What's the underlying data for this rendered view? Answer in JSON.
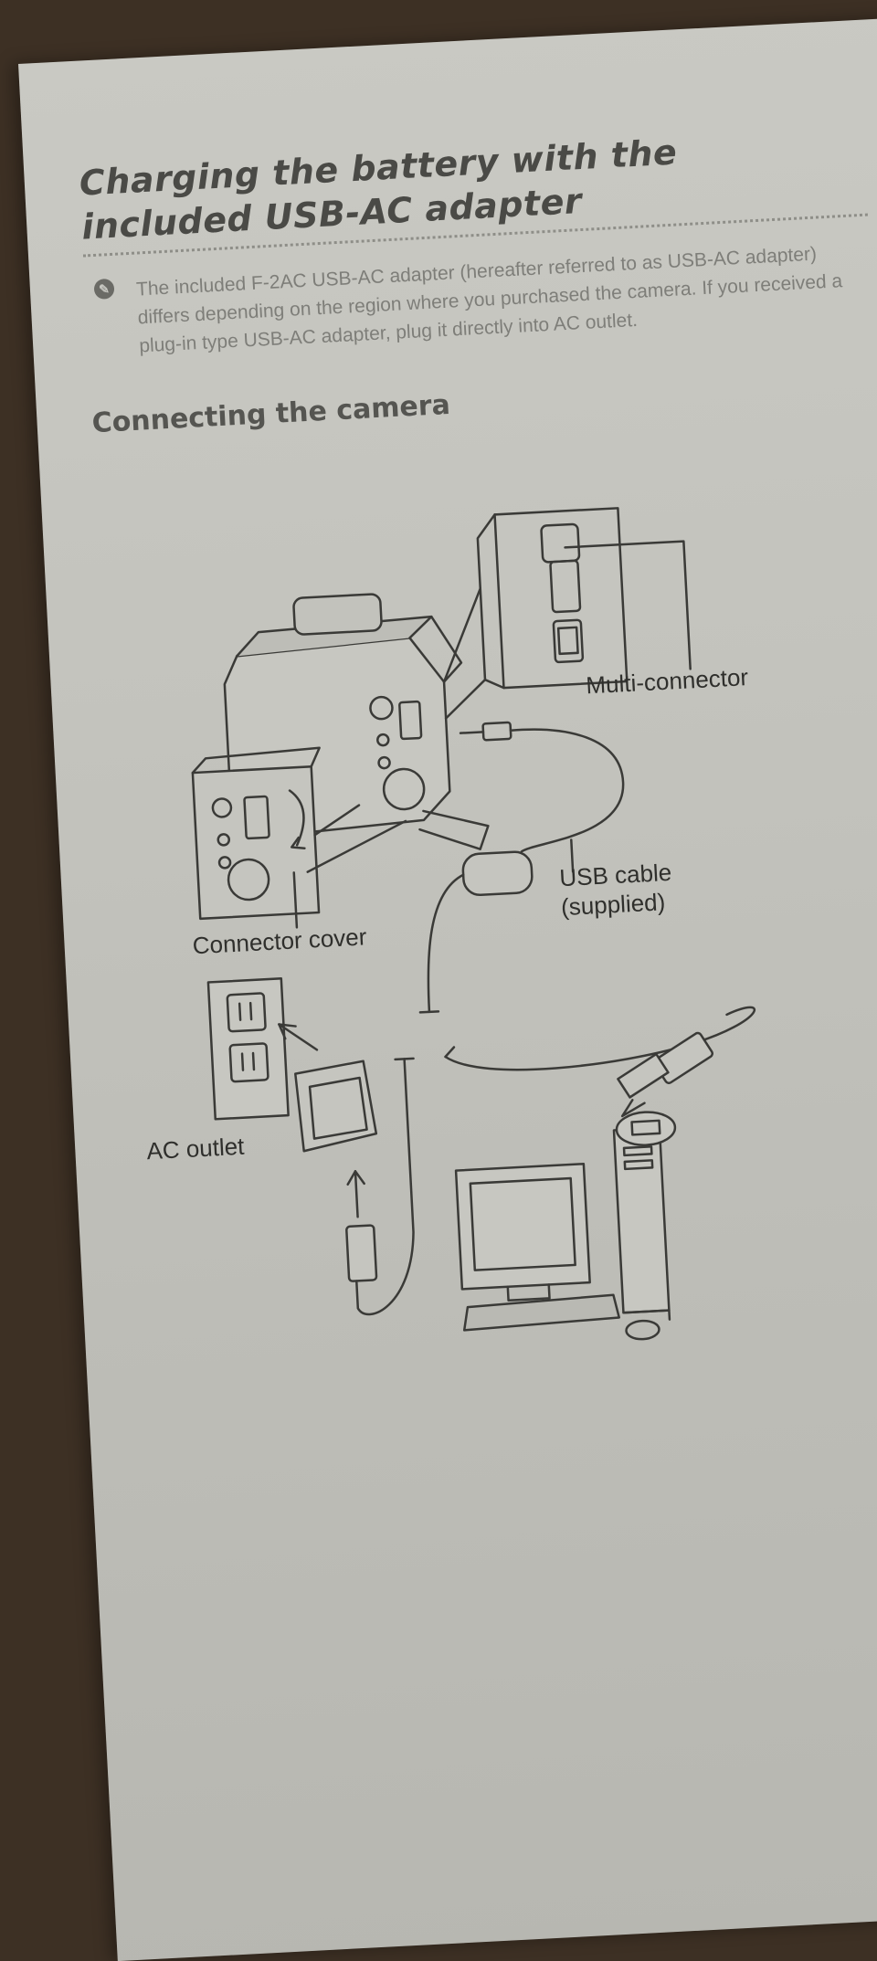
{
  "section": {
    "title_line1": "Charging the battery with the",
    "title_line2": "included USB-AC adapter"
  },
  "note": {
    "icon": "note-icon",
    "text": "The included F-2AC USB-AC adapter (hereafter referred to as USB-AC adapter) differs depending on the region where you purchased the camera. If you received a plug-in type USB-AC adapter, plug it directly into AC outlet."
  },
  "subsection": {
    "title": "Connecting the camera"
  },
  "diagram": {
    "labels": {
      "multi_connector": "Multi-connector",
      "usb_cable_line1": "USB cable",
      "usb_cable_line2": "(supplied)",
      "connector_cover": "Connector cover",
      "ac_outlet": "AC outlet"
    }
  }
}
